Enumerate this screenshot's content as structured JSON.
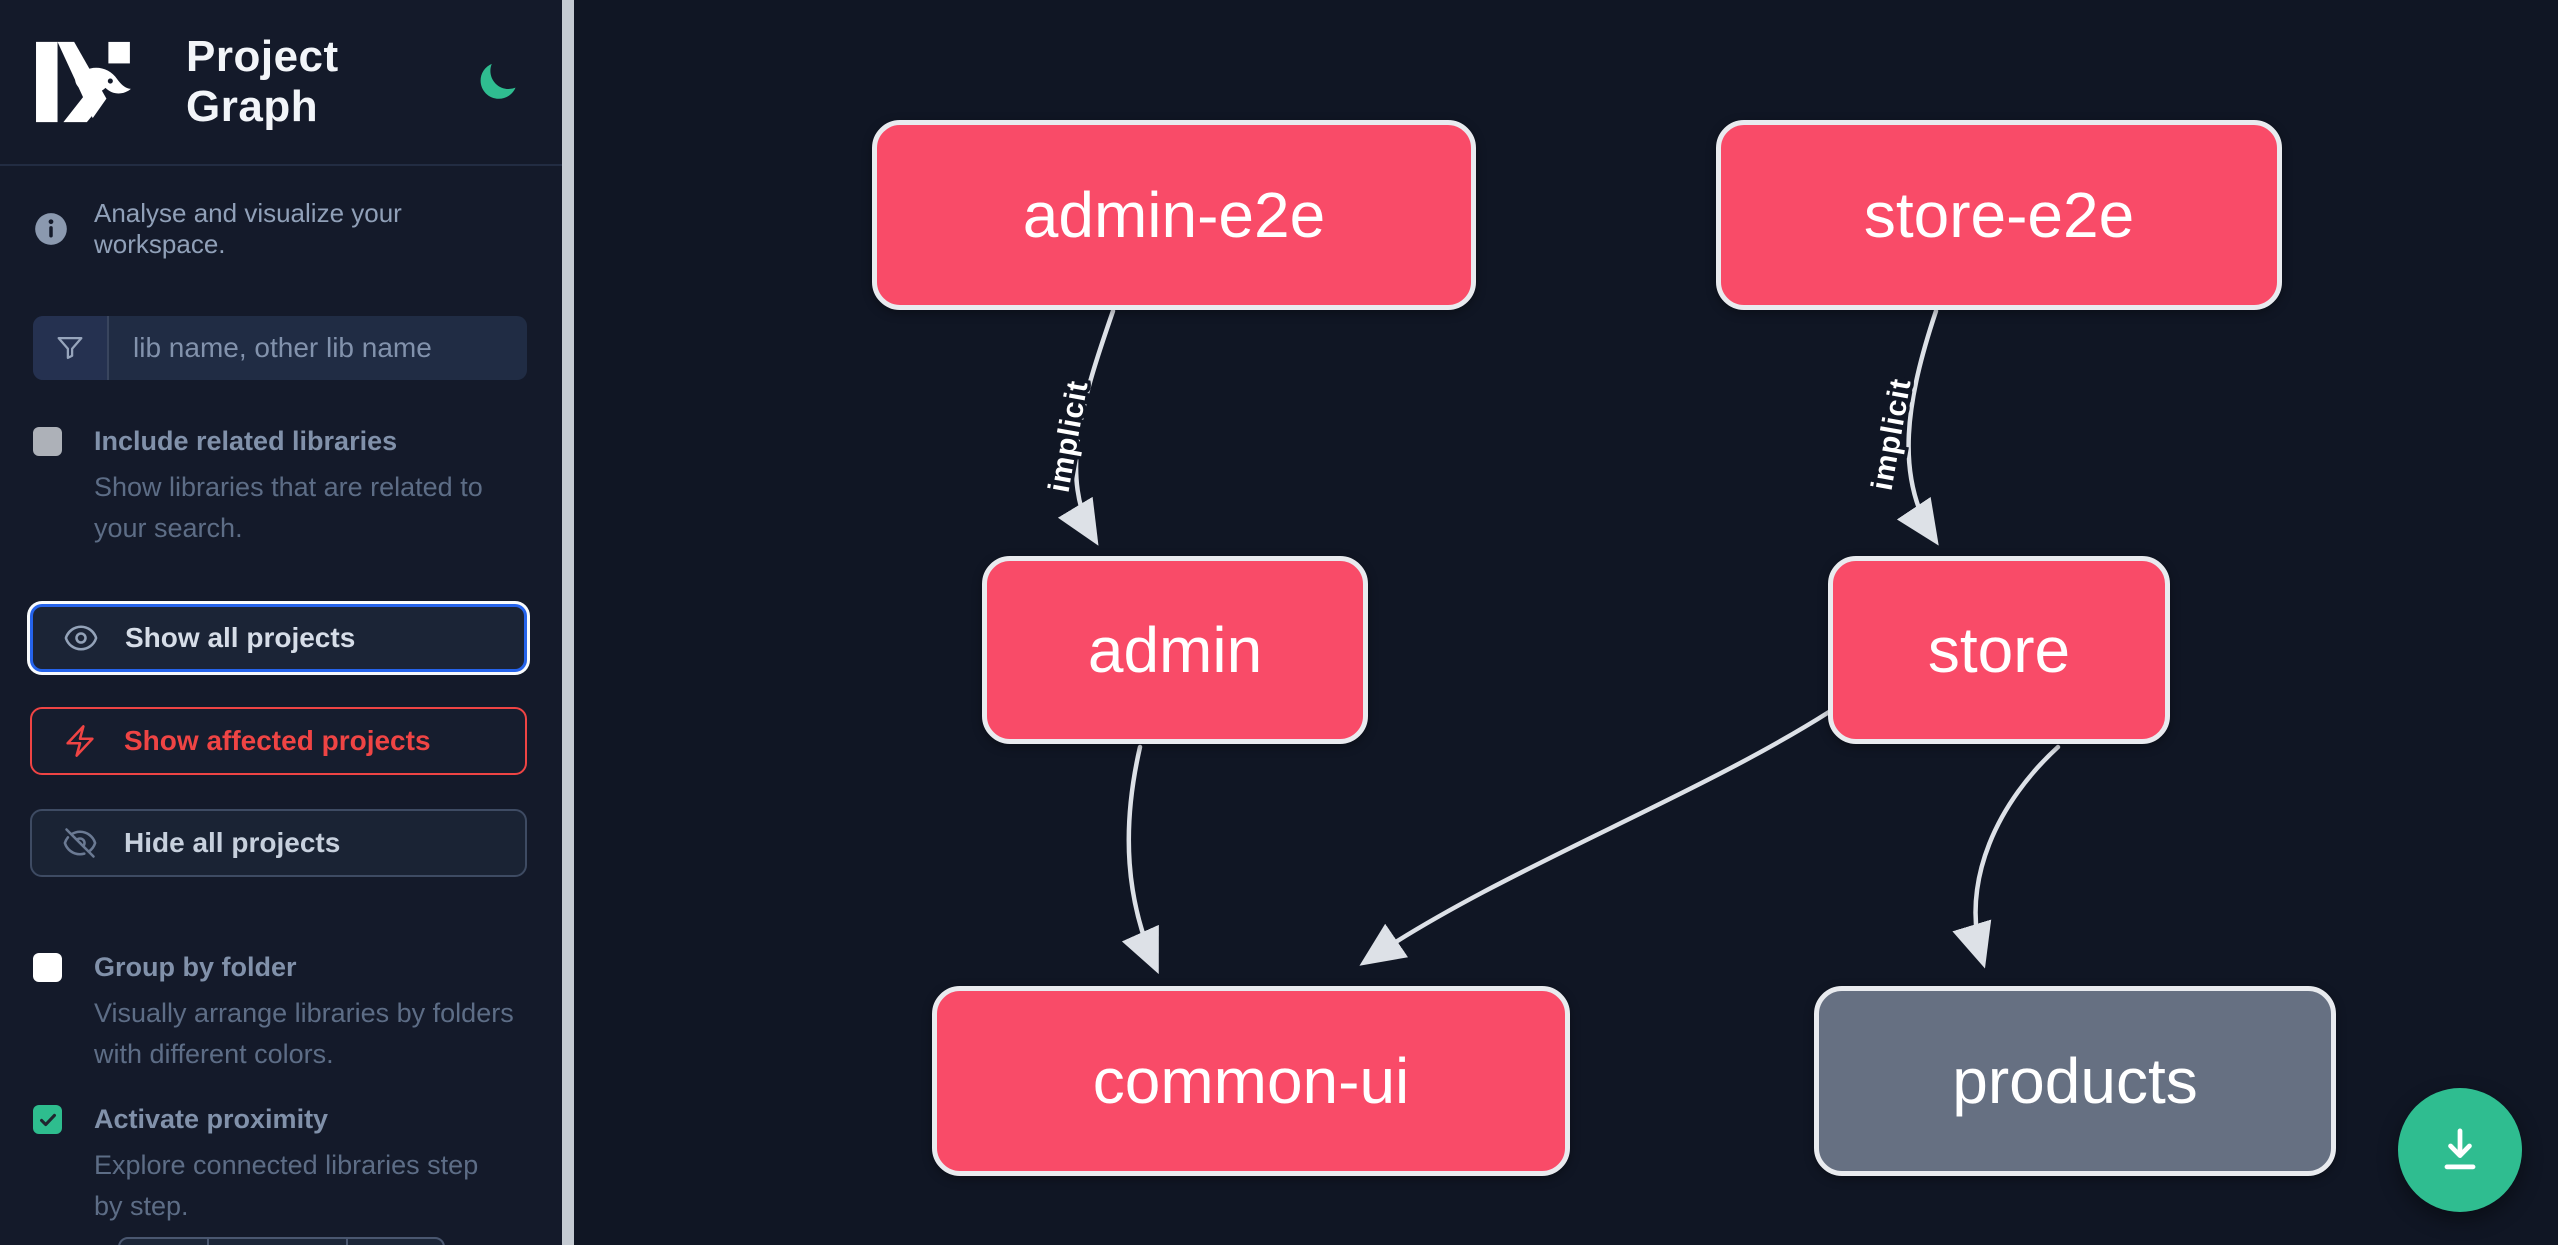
{
  "header": {
    "title": "Project Graph",
    "logo": "nx-logo",
    "theme_toggle_icon": "moon-icon"
  },
  "sidebar": {
    "tagline": "Analyse and visualize your workspace.",
    "search": {
      "placeholder": "lib name, other lib name",
      "value": "",
      "icon": "funnel-icon"
    },
    "checkboxes": [
      {
        "label": "Include related libraries",
        "description": "Show libraries that are related to your search.",
        "checked": false,
        "style": "gray"
      },
      {
        "label": "Group by folder",
        "description": "Visually arrange libraries by folders with different colors.",
        "checked": false,
        "style": "white"
      },
      {
        "label": "Activate proximity",
        "description": "Explore connected libraries step by step.",
        "checked": true,
        "style": "green"
      }
    ],
    "buttons": [
      {
        "label": "Show all projects",
        "icon": "eye-icon",
        "state": "focused"
      },
      {
        "label": "Show affected projects",
        "icon": "bolt-icon",
        "variant": "affected"
      },
      {
        "label": "Hide all projects",
        "icon": "eye-off-icon",
        "variant": "default"
      }
    ],
    "proximity_stepper": {
      "visible": "partially cut off at bottom",
      "segments": 3
    }
  },
  "graph": {
    "nodes": [
      {
        "id": "admin-e2e",
        "label": "admin-e2e",
        "affected": true
      },
      {
        "id": "store-e2e",
        "label": "store-e2e",
        "affected": true
      },
      {
        "id": "admin",
        "label": "admin",
        "affected": true
      },
      {
        "id": "store",
        "label": "store",
        "affected": true
      },
      {
        "id": "common-ui",
        "label": "common-ui",
        "affected": true
      },
      {
        "id": "products",
        "label": "products",
        "affected": false
      }
    ],
    "edges": [
      {
        "source": "admin-e2e",
        "target": "admin",
        "label": "implicit"
      },
      {
        "source": "store-e2e",
        "target": "store",
        "label": "implicit"
      },
      {
        "source": "admin",
        "target": "common-ui",
        "label": ""
      },
      {
        "source": "store",
        "target": "common-ui",
        "label": ""
      },
      {
        "source": "store",
        "target": "products",
        "label": ""
      }
    ]
  },
  "fab": {
    "icon": "download-icon"
  },
  "colors": {
    "canvas_bg": "#101624",
    "sidebar_bg": "#141a2a",
    "affected_pink": "#f94b68",
    "unaffected_gray": "#667082",
    "node_border": "#e9ebef",
    "edge_gray": "#dde1e7",
    "accent_green": "#2fbd90",
    "focus_blue": "#2563eb",
    "danger_red": "#ef4444",
    "scrollbar_gray": "#c4cad2"
  }
}
